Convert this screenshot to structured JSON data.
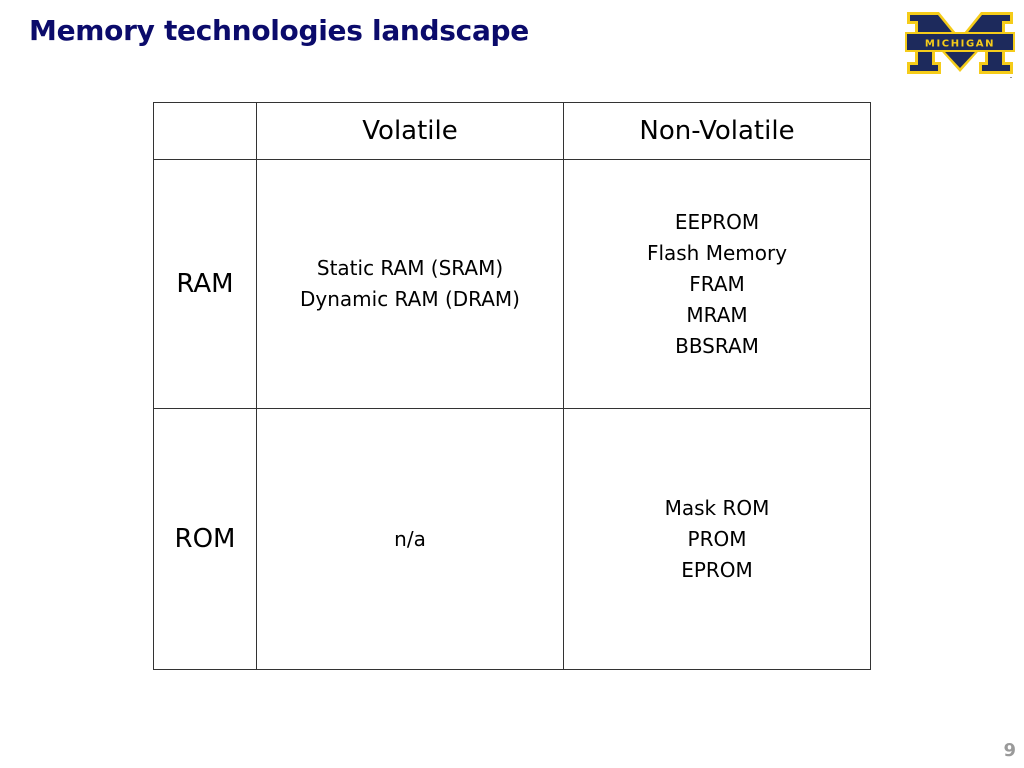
{
  "slide": {
    "title": "Memory technologies landscape",
    "logo_text": "MICHIGAN",
    "page_number": "9",
    "colors": {
      "title": "#0b0b6b",
      "logo_blue": "#1d2a5c",
      "logo_maize": "#f5cc1a"
    }
  },
  "table": {
    "corner": "",
    "columns": [
      "Volatile",
      "Non-Volatile"
    ],
    "rows": [
      {
        "label": "RAM",
        "volatile": [
          "Static RAM (SRAM)",
          "Dynamic RAM (DRAM)"
        ],
        "non_volatile": [
          "EEPROM",
          "Flash Memory",
          "FRAM",
          "MRAM",
          "BBSRAM"
        ]
      },
      {
        "label": "ROM",
        "volatile": [
          "n/a"
        ],
        "non_volatile": [
          "Mask ROM",
          "PROM",
          "EPROM"
        ]
      }
    ]
  }
}
